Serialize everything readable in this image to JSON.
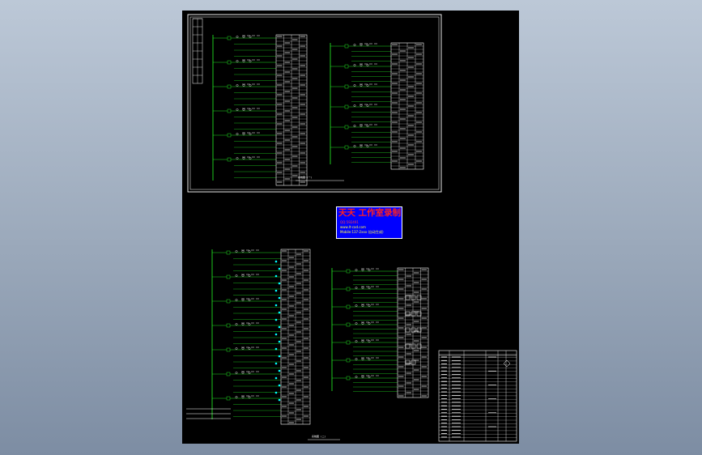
{
  "viewer": {
    "background_top": "#bcc8d7",
    "background_bottom": "#7d8da3"
  },
  "drawing": {
    "sheet_color": "#000000",
    "line_color": "#ffffff",
    "circuit_color": "#22dd22",
    "accent_color": "#00ffff",
    "watermark": {
      "title": "天天 工作室录制",
      "line1": "QQ:592491",
      "line2": "www.lt-cad.com",
      "line3": "Mobile:137-2xxx (自动生成)",
      "box_color": "#0000ff",
      "title_color": "#ff2020"
    },
    "captions": {
      "top_frame": "系统图 (一)",
      "bottom_sheet": "系统图 (二)"
    }
  }
}
